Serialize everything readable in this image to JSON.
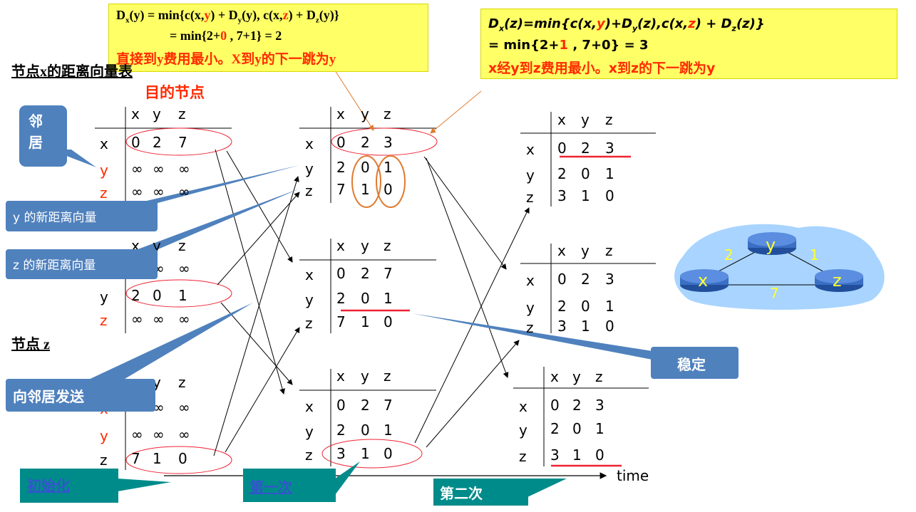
{
  "formula_left": {
    "line1_pre": "D",
    "line1_sub_x": "x",
    "line1_a": "(y) = min{c(x,",
    "line1_y1": "y",
    "line1_b": ") + D",
    "line1_sub_y": "y",
    "line1_c": "(y), c(x,",
    "line1_z1": "z",
    "line1_d": ") + D",
    "line1_sub_z": "z",
    "line1_e": "(y)}",
    "line2_a": "= min{2+",
    "line2_zero": "0",
    "line2_b": " , 7+1} = 2",
    "line3": "直接到y费用最小。X到y的下一跳为y"
  },
  "formula_right": {
    "line1_pre": "D",
    "line1_sub_x": "x",
    "line1_a": "(z)=min{c(x,",
    "line1_y1": "y",
    "line1_b": ")+D",
    "line1_sub_y": "y",
    "line1_c": "(z),c(x,",
    "line1_z1": "z",
    "line1_d": ") + D",
    "line1_sub_z": "z",
    "line1_e": "(z)}",
    "line2_a": "= min{2+",
    "line2_one": "1",
    "line2_b": " , 7+0} = 3",
    "line3": "x经y到z费用最小。x到z的下一跳为y"
  },
  "labels": {
    "node_x_table": "节点x的距离向量表",
    "dest_nodes": "目的节点",
    "node_z": "节点 z",
    "time": "time"
  },
  "callouts": {
    "neighbors": "邻\n居",
    "y_new_vector": "y 的新距离向量",
    "z_new_vector": "z 的新距离向量",
    "send_to_neighbors": "向邻居发送",
    "stable": "稳定",
    "init": "初始化",
    "first": "第一次",
    "second": "第二次"
  },
  "tables": {
    "header": [
      "x",
      "y",
      "z"
    ],
    "rows": [
      "x",
      "y",
      "z"
    ],
    "init_x": [
      [
        "0",
        "2",
        "7"
      ],
      [
        "∞",
        "∞",
        "∞"
      ],
      [
        "∞",
        "∞",
        "∞"
      ]
    ],
    "init_y": [
      [
        "∞",
        "∞"
      ],
      [
        "2",
        "0",
        "1"
      ],
      [
        "∞",
        "∞",
        "∞"
      ]
    ],
    "init_z": [
      [
        "∞",
        "∞"
      ],
      [
        "∞",
        "∞",
        "∞"
      ],
      [
        "7",
        "1",
        "0"
      ]
    ],
    "first_x": [
      [
        "0",
        "2",
        "3"
      ],
      [
        "2",
        "0",
        "1"
      ],
      [
        "7",
        "1",
        "0"
      ]
    ],
    "first_y": [
      [
        "0",
        "2",
        "7"
      ],
      [
        "2",
        "0",
        "1"
      ],
      [
        "7",
        "1",
        "0"
      ]
    ],
    "first_z": [
      [
        "0",
        "2",
        "7"
      ],
      [
        "2",
        "0",
        "1"
      ],
      [
        "3",
        "1",
        "0"
      ]
    ],
    "second_x": [
      [
        "0",
        "2",
        "3"
      ],
      [
        "2",
        "0",
        "1"
      ],
      [
        "3",
        "1",
        "0"
      ]
    ],
    "second_y": [
      [
        "0",
        "2",
        "3"
      ],
      [
        "2",
        "0",
        "1"
      ],
      [
        "3",
        "1",
        "0"
      ]
    ],
    "second_z": [
      [
        "0",
        "2",
        "3"
      ],
      [
        "2",
        "0",
        "1"
      ],
      [
        "3",
        "1",
        "0"
      ]
    ]
  },
  "graph": {
    "nodes": [
      "x",
      "y",
      "z"
    ],
    "edge_xy": "2",
    "edge_yz": "1",
    "edge_xz": "7"
  },
  "colors": {
    "red": "#ff2a00",
    "yellow": "#ffff66",
    "callout_blue": "#4f81bd",
    "teal": "#008b8b",
    "ellipse_orange": "#e07a30",
    "link_blue": "#3355cc"
  }
}
